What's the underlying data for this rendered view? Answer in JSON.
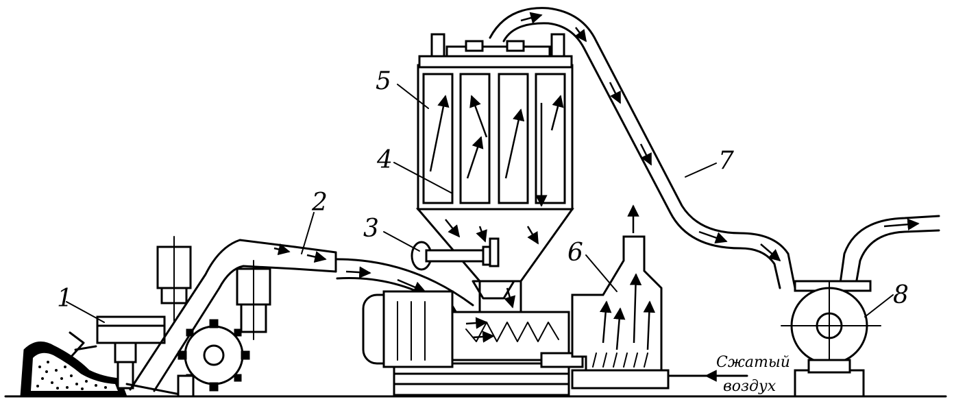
{
  "labels": {
    "n1": "1",
    "n2": "2",
    "n3": "3",
    "n4": "4",
    "n5": "5",
    "n6": "6",
    "n7": "7",
    "n8": "8",
    "air_line1": "Сжатый",
    "air_line2": "воздух"
  },
  "colors": {
    "ink": "#000000",
    "paper": "#ffffff"
  }
}
